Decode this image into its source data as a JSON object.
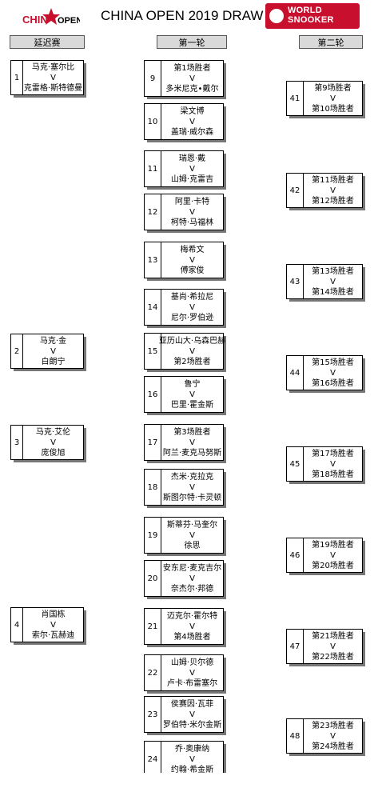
{
  "header": {
    "title": "CHINA OPEN 2019 DRAW",
    "logo_left_text_a": "CHIN",
    "logo_left_text_b": "OPEN",
    "logo_right_line1": "WORLD",
    "logo_right_line2": "SNOOKER"
  },
  "columns": {
    "qualifiers": "延迟赛",
    "round1": "第一轮",
    "round2": "第二轮"
  },
  "vs": "V",
  "qualifier_matches": [
    {
      "num": "1",
      "p1": "马克·塞尔比",
      "p2": "克雷格·斯特德曼"
    },
    {
      "num": "2",
      "p1": "马克·金",
      "p2": "白朗宁"
    },
    {
      "num": "3",
      "p1": "马克·艾伦",
      "p2": "庞俊旭"
    },
    {
      "num": "4",
      "p1": "肖国栋",
      "p2": "索尔·瓦赫迪"
    }
  ],
  "round1_matches": [
    {
      "num": "9",
      "p1": "第1场胜者",
      "p2": "多米尼克•戴尔"
    },
    {
      "num": "10",
      "p1": "梁文博",
      "p2": "盖瑞·威尔森"
    },
    {
      "num": "11",
      "p1": "瑞恩·戴",
      "p2": "山姆·克雷吉"
    },
    {
      "num": "12",
      "p1": "阿里·卡特",
      "p2": "柯特·马福林"
    },
    {
      "num": "13",
      "p1": "梅希文",
      "p2": "傅家俊"
    },
    {
      "num": "14",
      "p1": "基尚·希拉尼",
      "p2": "尼尔·罗伯逊"
    },
    {
      "num": "15",
      "p1": "亚历山大·乌森巴赫",
      "p2": "第2场胜者"
    },
    {
      "num": "16",
      "p1": "鲁宁",
      "p2": "巴里·霍金斯"
    },
    {
      "num": "17",
      "p1": "第3场胜者",
      "p2": "阿兰·麦克马努斯"
    },
    {
      "num": "18",
      "p1": "杰米·克拉克",
      "p2": "斯图尔特·卡灵顿"
    },
    {
      "num": "19",
      "p1": "斯蒂芬·马奎尔",
      "p2": "徐思"
    },
    {
      "num": "20",
      "p1": "安东尼·麦克吉尔",
      "p2": "奈杰尔·邦德"
    },
    {
      "num": "21",
      "p1": "迈克尔·霍尔特",
      "p2": "第4场胜者"
    },
    {
      "num": "22",
      "p1": "山姆·贝尔德",
      "p2": "卢卡·布雷塞尔"
    },
    {
      "num": "23",
      "p1": "侯赛因·瓦菲",
      "p2": "罗伯特·米尔金斯"
    },
    {
      "num": "24",
      "p1": "乔·奥康纳",
      "p2": "约翰·希金斯"
    }
  ],
  "round2_matches": [
    {
      "num": "41",
      "p1": "第9场胜者",
      "p2": "第10场胜者"
    },
    {
      "num": "42",
      "p1": "第11场胜者",
      "p2": "第12场胜者"
    },
    {
      "num": "43",
      "p1": "第13场胜者",
      "p2": "第14场胜者"
    },
    {
      "num": "44",
      "p1": "第15场胜者",
      "p2": "第16场胜者"
    },
    {
      "num": "45",
      "p1": "第17场胜者",
      "p2": "第18场胜者"
    },
    {
      "num": "46",
      "p1": "第19场胜者",
      "p2": "第20场胜者"
    },
    {
      "num": "47",
      "p1": "第21场胜者",
      "p2": "第22场胜者"
    },
    {
      "num": "48",
      "p1": "第23场胜者",
      "p2": "第24场胜者"
    }
  ],
  "colors": {
    "logo_red": "#c8102e",
    "header_gray": "#d9d9d9",
    "shadow_gray": "#777777"
  }
}
